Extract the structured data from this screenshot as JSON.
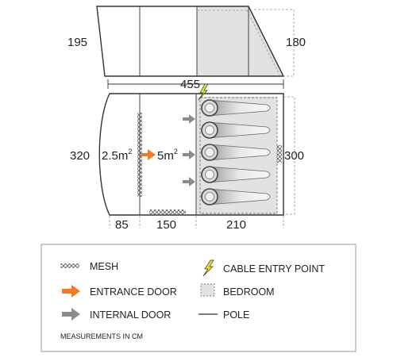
{
  "dimensions": {
    "height_main": "195",
    "height_bedroom": "180",
    "length": "455",
    "width_main": "320",
    "width_bedroom": "300",
    "segment_1": "85",
    "segment_2": "150",
    "segment_3": "210"
  },
  "areas": {
    "front": "2.5m",
    "front_sup": "2",
    "living": "5m",
    "living_sup": "2"
  },
  "sleeping_bag_count": 5,
  "legend": {
    "mesh": "MESH",
    "entrance_door": "ENTRANCE DOOR",
    "internal_door": "INTERNAL DOOR",
    "cable_entry": "CABLE ENTRY POINT",
    "bedroom": "BEDROOM",
    "pole": "POLE",
    "note": "MEASUREMENTS IN CM"
  },
  "colors": {
    "entrance_arrow": "#f07a2a",
    "internal_arrow": "#8c8c8c",
    "bedroom_fill": "#e2e2e2",
    "cable_icon": "#e8e23a",
    "outline": "#333333"
  }
}
